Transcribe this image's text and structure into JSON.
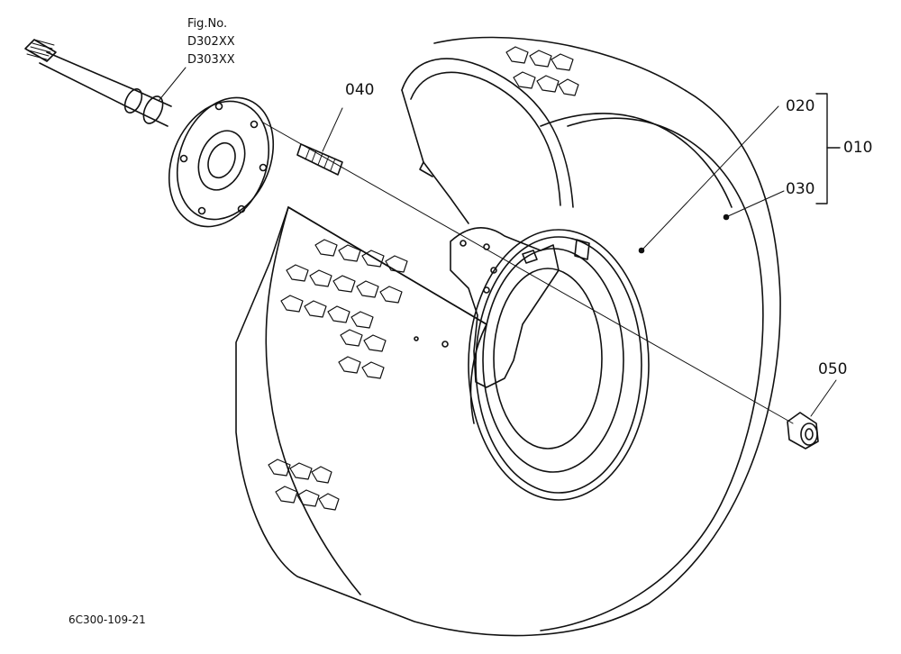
{
  "figure_ref": {
    "line1": "Fig.No.",
    "line2": "D302XX",
    "line3": "D303XX"
  },
  "callouts": {
    "p010": "010",
    "p020": "020",
    "p030": "030",
    "p040": "040",
    "p050": "050"
  },
  "drawing_code": "6C300-109-21",
  "colors": {
    "ink": "#111111",
    "paper": "#ffffff"
  }
}
